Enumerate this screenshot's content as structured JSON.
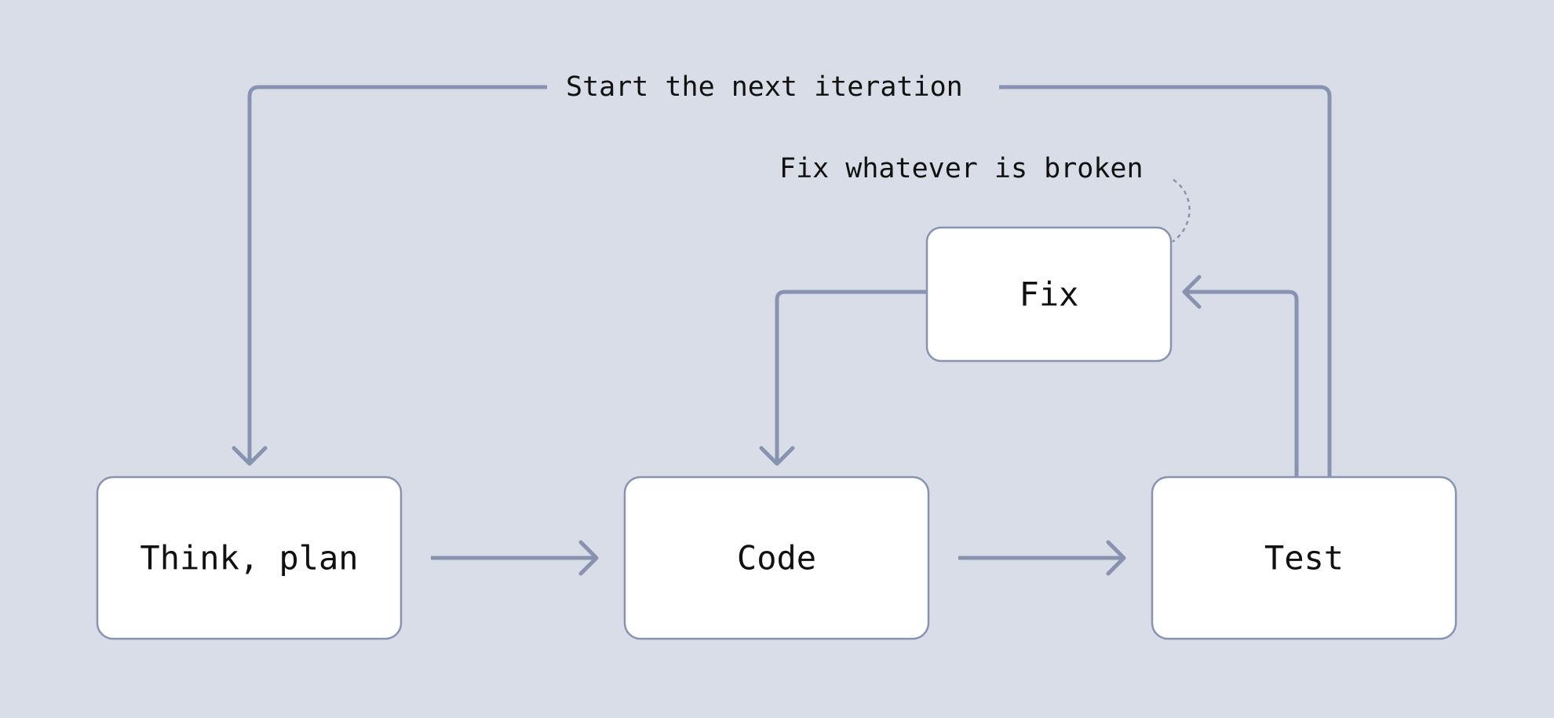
{
  "background_color": "#d9dde7",
  "line_color": "#8793b0",
  "nodes": {
    "think": {
      "label": "Think, plan"
    },
    "code": {
      "label": "Code"
    },
    "test": {
      "label": "Test"
    },
    "fix": {
      "label": "Fix"
    }
  },
  "annotations": {
    "next_iteration": "Start the next iteration",
    "fix_note": "Fix whatever is broken"
  }
}
